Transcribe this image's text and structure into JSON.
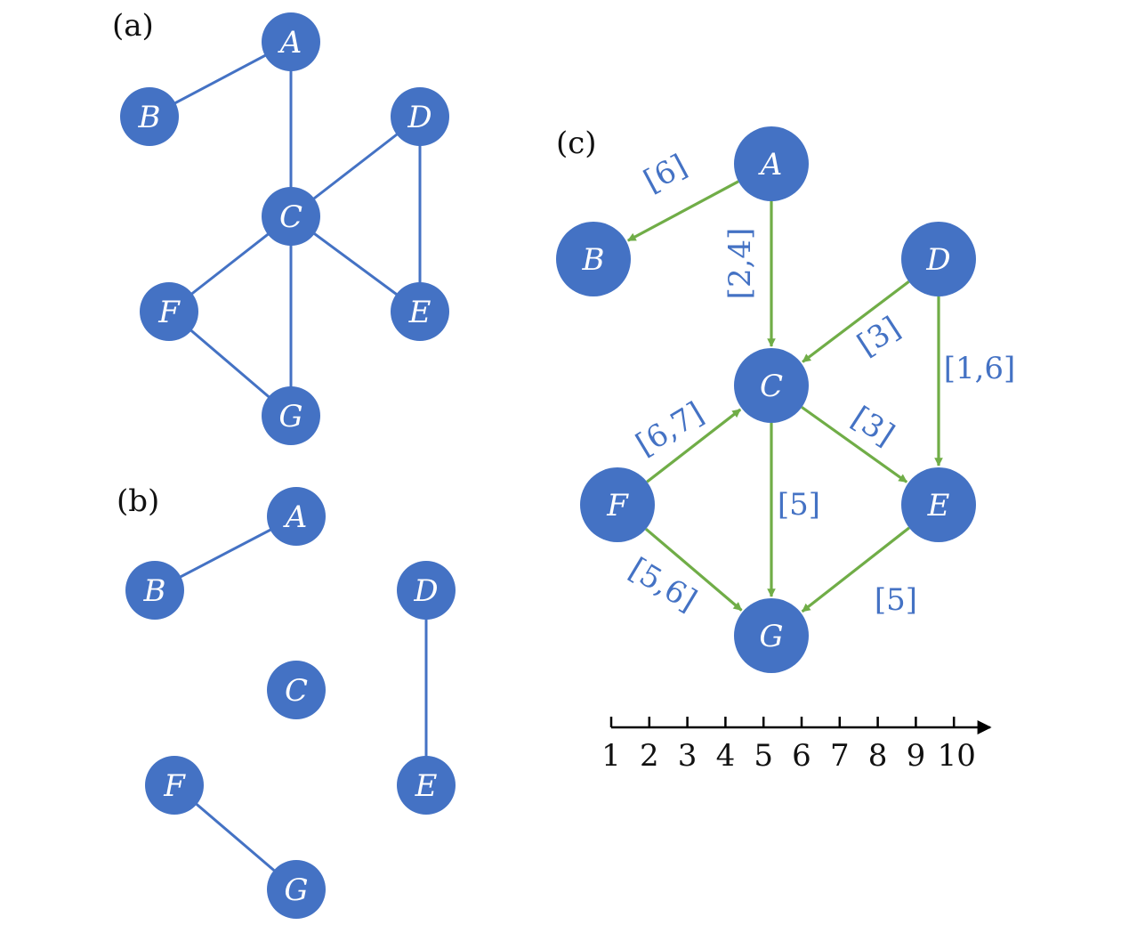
{
  "colors": {
    "node": "#4472c4",
    "undirected_edge": "#4472c4",
    "directed_edge": "#70ad47",
    "edge_label": "#4472c4",
    "axis": "#000000"
  },
  "panels": {
    "a": {
      "label": "(a)",
      "nodes": [
        "A",
        "B",
        "C",
        "D",
        "E",
        "F",
        "G"
      ],
      "edges": [
        [
          "A",
          "B"
        ],
        [
          "A",
          "C"
        ],
        [
          "C",
          "D"
        ],
        [
          "D",
          "E"
        ],
        [
          "C",
          "E"
        ],
        [
          "C",
          "F"
        ],
        [
          "C",
          "G"
        ],
        [
          "F",
          "G"
        ]
      ]
    },
    "b": {
      "label": "(b)",
      "nodes": [
        "A",
        "B",
        "C",
        "D",
        "E",
        "F",
        "G"
      ],
      "edges": [
        [
          "A",
          "B"
        ],
        [
          "D",
          "E"
        ],
        [
          "F",
          "G"
        ]
      ]
    },
    "c": {
      "label": "(c)",
      "nodes": [
        "A",
        "B",
        "C",
        "D",
        "E",
        "F",
        "G"
      ],
      "edges": [
        {
          "from": "A",
          "to": "B",
          "label": "[6]"
        },
        {
          "from": "A",
          "to": "C",
          "label": "[2,4]"
        },
        {
          "from": "D",
          "to": "C",
          "label": "[3]"
        },
        {
          "from": "D",
          "to": "E",
          "label": "[1,6]"
        },
        {
          "from": "C",
          "to": "E",
          "label": "[3]"
        },
        {
          "from": "F",
          "to": "C",
          "label": "[6,7]"
        },
        {
          "from": "C",
          "to": "G",
          "label": "[5]"
        },
        {
          "from": "F",
          "to": "G",
          "label": "[5,6]"
        },
        {
          "from": "E",
          "to": "G",
          "label": "[5]"
        }
      ]
    }
  },
  "timeline": {
    "ticks": [
      "1",
      "2",
      "3",
      "4",
      "5",
      "6",
      "7",
      "8",
      "9",
      "10"
    ]
  }
}
